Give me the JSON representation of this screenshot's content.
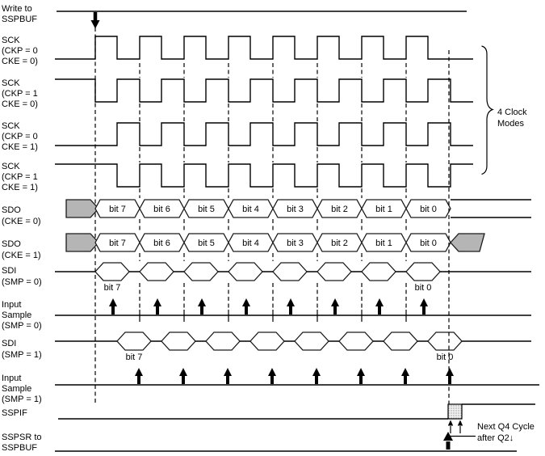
{
  "colors": {
    "background": "#ffffff",
    "line": "#000000",
    "gray_fill": "#b5b5b5",
    "box_dot": "#9a9a9a"
  },
  "signals": [
    {
      "id": "write-to-sspbuf",
      "lines": [
        "Write to",
        "SSPBUF"
      ]
    },
    {
      "id": "sck-ckp0-cke0",
      "lines": [
        "SCK",
        "(CKP = 0",
        "CKE = 0)"
      ]
    },
    {
      "id": "sck-ckp1-cke0",
      "lines": [
        "SCK",
        "(CKP = 1",
        "CKE = 0)"
      ]
    },
    {
      "id": "sck-ckp0-cke1",
      "lines": [
        "SCK",
        "(CKP = 0",
        "CKE = 1)"
      ]
    },
    {
      "id": "sck-ckp1-cke1",
      "lines": [
        "SCK",
        "(CKP = 1",
        "CKE = 1)"
      ]
    },
    {
      "id": "sdo-cke0",
      "lines": [
        "SDO",
        "(CKE = 0)"
      ]
    },
    {
      "id": "sdo-cke1",
      "lines": [
        "SDO",
        "(CKE = 1)"
      ]
    },
    {
      "id": "sdi-smp0",
      "lines": [
        "SDI",
        "(SMP = 0)"
      ]
    },
    {
      "id": "input-sample-smp0",
      "lines": [
        "Input",
        "Sample",
        "(SMP = 0)"
      ]
    },
    {
      "id": "sdi-smp1",
      "lines": [
        "SDI",
        "(SMP = 1)"
      ]
    },
    {
      "id": "input-sample-smp1",
      "lines": [
        "Input",
        "Sample",
        "(SMP = 1)"
      ]
    },
    {
      "id": "sspif",
      "lines": [
        "SSPIF"
      ]
    },
    {
      "id": "sspsr-to-sspbuf",
      "lines": [
        "SSPSR to",
        "SSPBUF"
      ]
    }
  ],
  "sdo_bit_labels": [
    "bit 7",
    "bit 6",
    "bit 5",
    "bit 4",
    "bit 3",
    "bit 2",
    "bit 1",
    "bit 0"
  ],
  "sdi_smp0_labels": {
    "first": "bit 7",
    "last": "bit 0"
  },
  "sdi_smp1_labels": {
    "first": "bit 7",
    "last": "bit 0"
  },
  "annotations": {
    "clock_modes_lines": [
      "4 Clock",
      "Modes"
    ],
    "next_q4_lines": [
      "Next Q4 Cycle",
      "after Q2↓"
    ]
  }
}
